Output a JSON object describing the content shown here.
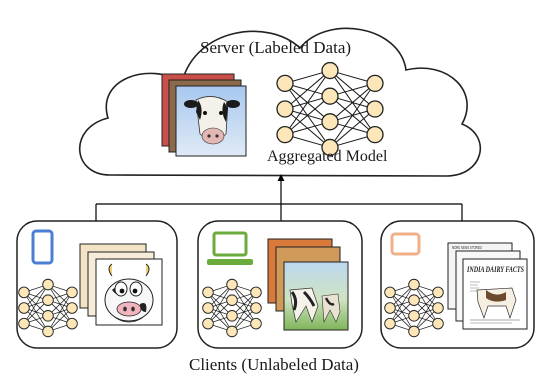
{
  "server": {
    "title": "Server (Labeled Data)",
    "model_label": "Aggregated Model",
    "images": [
      "cow-photo",
      "cow-photo",
      "cow-photo"
    ]
  },
  "clients": {
    "title": "Clients (Unlabeled Data)",
    "items": [
      {
        "device": "tablet-icon",
        "device_color": "#4a7fd4",
        "image_kind": "cartoon-cow"
      },
      {
        "device": "laptop-icon",
        "device_color": "#6aab3c",
        "image_kind": "field-cow-painting"
      },
      {
        "device": "tablet-landscape-icon",
        "device_color": "#f2b08a",
        "image_kind": "newspaper-cow",
        "image_text": [
          "INDIA DAIRY FACTS",
          "MORE NEWS STORIES"
        ]
      }
    ]
  },
  "colors": {
    "neuron_fill": "#fde6b8",
    "outline": "#222222",
    "connector": "#000000"
  }
}
